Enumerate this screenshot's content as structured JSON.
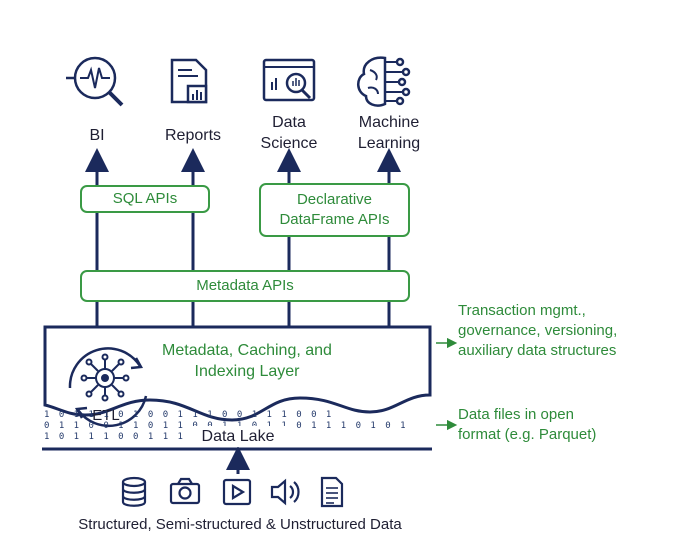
{
  "consumers": [
    {
      "label": "BI",
      "icon": "bi-magnifier-icon"
    },
    {
      "label": "Reports",
      "icon": "reports-icon"
    },
    {
      "label": "Data\nScience",
      "icon": "data-science-icon"
    },
    {
      "label": "Machine\nLearning",
      "icon": "machine-learning-brain-icon"
    }
  ],
  "apis": {
    "sql": "SQL APIs",
    "dataframe": "Declarative\nDataFrame APIs",
    "metadata": "Metadata APIs"
  },
  "layer": {
    "title": "Metadata, Caching, and\nIndexing Layer",
    "etl": "ETL",
    "lake": "Data Lake"
  },
  "notes": {
    "transaction": "Transaction mgmt.,\ngovernance, versioning,\nauxiliary data structures",
    "files": "Data files in open\nformat (e.g. Parquet)"
  },
  "sources": {
    "icons": [
      "database-icon",
      "camera-icon",
      "video-play-icon",
      "speaker-icon",
      "document-icon"
    ],
    "caption": "Structured, Semi-structured & Unstructured Data"
  },
  "colors": {
    "navy": "#1b2a5c",
    "green": "#3a9a45"
  }
}
